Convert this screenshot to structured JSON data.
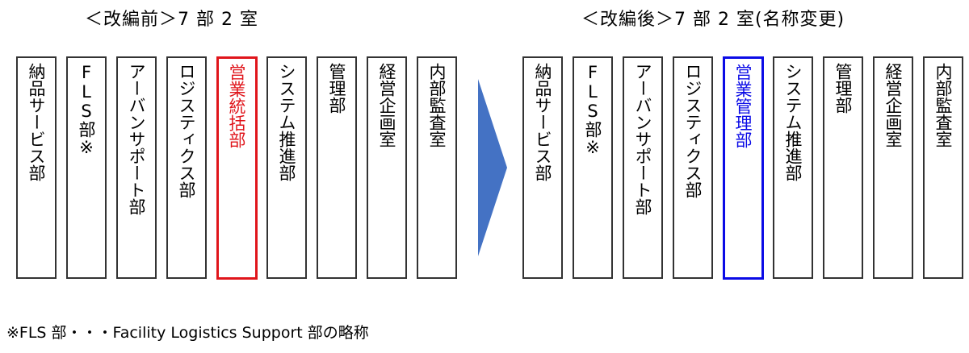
{
  "before": {
    "heading": "＜改編前＞7 部 2 室",
    "departments": [
      {
        "name": "納品サービス部",
        "highlight": ""
      },
      {
        "name": "FLS部※",
        "highlight": ""
      },
      {
        "name": "アーバンサポート部",
        "highlight": ""
      },
      {
        "name": "ロジスティクス部",
        "highlight": ""
      },
      {
        "name": "営業統括部",
        "highlight": "red"
      },
      {
        "name": "システム推進部",
        "highlight": ""
      },
      {
        "name": "管理部",
        "highlight": ""
      },
      {
        "name": "経営企画室",
        "highlight": ""
      },
      {
        "name": "内部監査室",
        "highlight": ""
      }
    ]
  },
  "after": {
    "heading": "＜改編後＞7 部 2 室(名称変更)",
    "departments": [
      {
        "name": "納品サービス部",
        "highlight": ""
      },
      {
        "name": "FLS部※",
        "highlight": ""
      },
      {
        "name": "アーバンサポート部",
        "highlight": ""
      },
      {
        "name": "ロジスティクス部",
        "highlight": ""
      },
      {
        "name": "営業管理部",
        "highlight": "blue"
      },
      {
        "name": "システム推進部",
        "highlight": ""
      },
      {
        "name": "管理部",
        "highlight": ""
      },
      {
        "name": "経営企画室",
        "highlight": ""
      },
      {
        "name": "内部監査室",
        "highlight": ""
      }
    ]
  },
  "arrow_color": "#4472c4",
  "highlight_colors": {
    "red": "#e0151b",
    "blue": "#0b0be6"
  },
  "footnote": "※FLS 部・・・Facility Logistics Support 部の略称"
}
